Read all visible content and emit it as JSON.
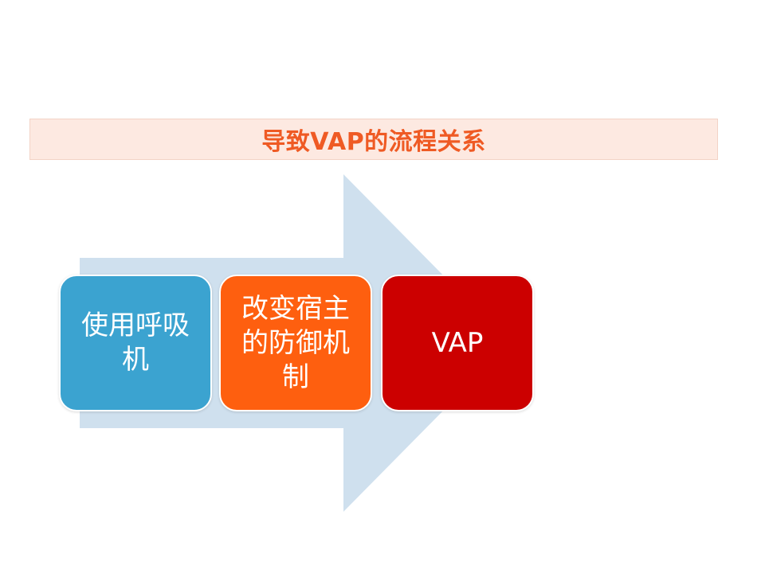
{
  "title": "导致VAP的流程关系",
  "colors": {
    "title_text": "#ef5a24",
    "title_background": "#fde9e1",
    "arrow": "#cfe0ee",
    "step1": "#3ba3d0",
    "step2": "#fe5f0f",
    "step3": "#cc0000"
  },
  "steps": [
    {
      "lines": [
        "使用呼吸",
        "机"
      ]
    },
    {
      "lines": [
        "改变宿主",
        "的防御机",
        "制"
      ]
    },
    {
      "lines": [
        "VAP"
      ]
    }
  ]
}
